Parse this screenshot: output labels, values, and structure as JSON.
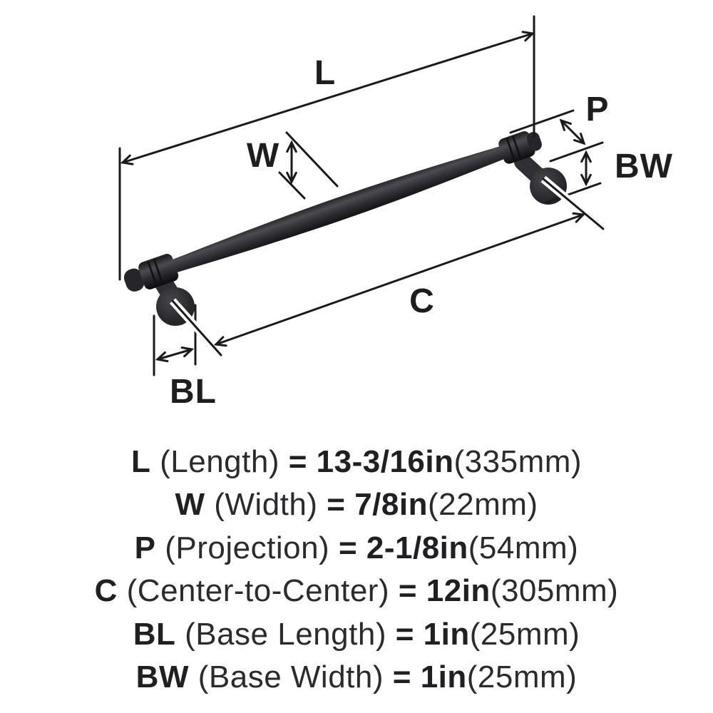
{
  "colors": {
    "background": "#ffffff",
    "dimension_line": "#1a1a1a",
    "label_text": "#1e1e20",
    "legend_text": "#232327",
    "handle_dark": "#1b1b1e",
    "handle_mid": "#3f3f45"
  },
  "diagram": {
    "labels": {
      "length": "L",
      "width": "W",
      "projection": "P",
      "center_to_center": "C",
      "base_length": "BL",
      "base_width": "BW"
    }
  },
  "legend": {
    "rows": [
      {
        "code": "L",
        "name": "(Length)",
        "equals": "=",
        "value": "13-3/16in",
        "metric": "(335mm)"
      },
      {
        "code": "W",
        "name": "(Width)",
        "equals": "=",
        "value": "7/8in",
        "metric": "(22mm)"
      },
      {
        "code": "P",
        "name": "(Projection)",
        "equals": "=",
        "value": "2-1/8in",
        "metric": "(54mm)"
      },
      {
        "code": "C",
        "name": "(Center-to-Center)",
        "equals": "=",
        "value": "12in",
        "metric": "(305mm)"
      },
      {
        "code": "BL",
        "name": "(Base Length)",
        "equals": "=",
        "value": "1in",
        "metric": "(25mm)"
      },
      {
        "code": "BW",
        "name": "(Base Width)",
        "equals": "=",
        "value": "1in",
        "metric": "(25mm)"
      }
    ]
  }
}
